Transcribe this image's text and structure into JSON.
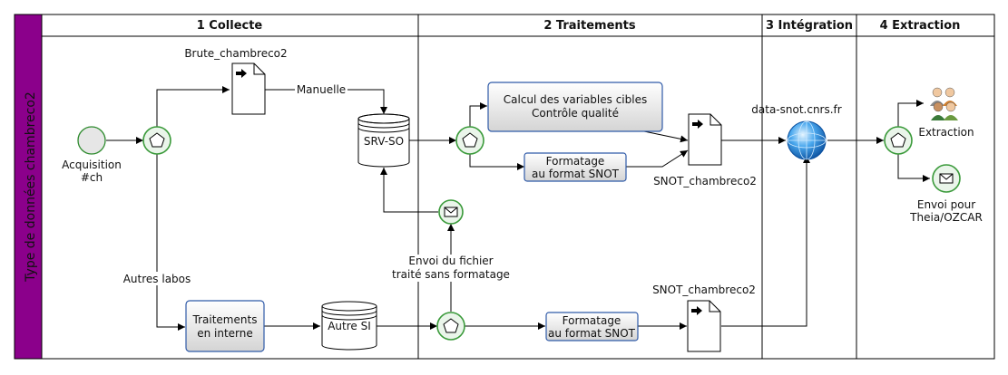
{
  "pool": {
    "title": "Type de données chambreco2",
    "color": "#8b008b"
  },
  "lanes": [
    {
      "id": "collecte",
      "label": "1 Collecte"
    },
    {
      "id": "traitements",
      "label": "2 Traitements"
    },
    {
      "id": "integration",
      "label": "3 Intégration"
    },
    {
      "id": "extraction",
      "label": "4 Extraction"
    }
  ],
  "nodes": {
    "acquisition": {
      "label1": "Acquisition",
      "label2": "#ch"
    },
    "brute_doc": {
      "label": "Brute_chambreco2"
    },
    "srv_so": {
      "label": "SRV-SO"
    },
    "calcul_task": {
      "line1": "Calcul des variables cibles",
      "line2": "Contrôle qualité"
    },
    "format_task_top": {
      "line1": "Formatage",
      "line2": "au format SNOT"
    },
    "snot_doc_top": {
      "label": "SNOT_chambreco2"
    },
    "data_snot": {
      "label": "data-snot.cnrs.fr"
    },
    "extraction": {
      "label": "Extraction"
    },
    "envoi_theia": {
      "line1": "Envoi pour",
      "line2": "Theia/OZCAR"
    },
    "traitements_interne": {
      "line1": "Traitements",
      "line2": "en interne"
    },
    "autre_si": {
      "label": "Autre SI"
    },
    "format_task_bottom": {
      "line1": "Formatage",
      "line2": "au format SNOT"
    },
    "snot_doc_bottom": {
      "label": "SNOT_chambreco2"
    }
  },
  "edge_labels": {
    "manuelle": "Manuelle",
    "autres_labos": "Autres labos",
    "envoi_fichier_1": "Envoi du fichier",
    "envoi_fichier_2": "traité sans formatage"
  }
}
